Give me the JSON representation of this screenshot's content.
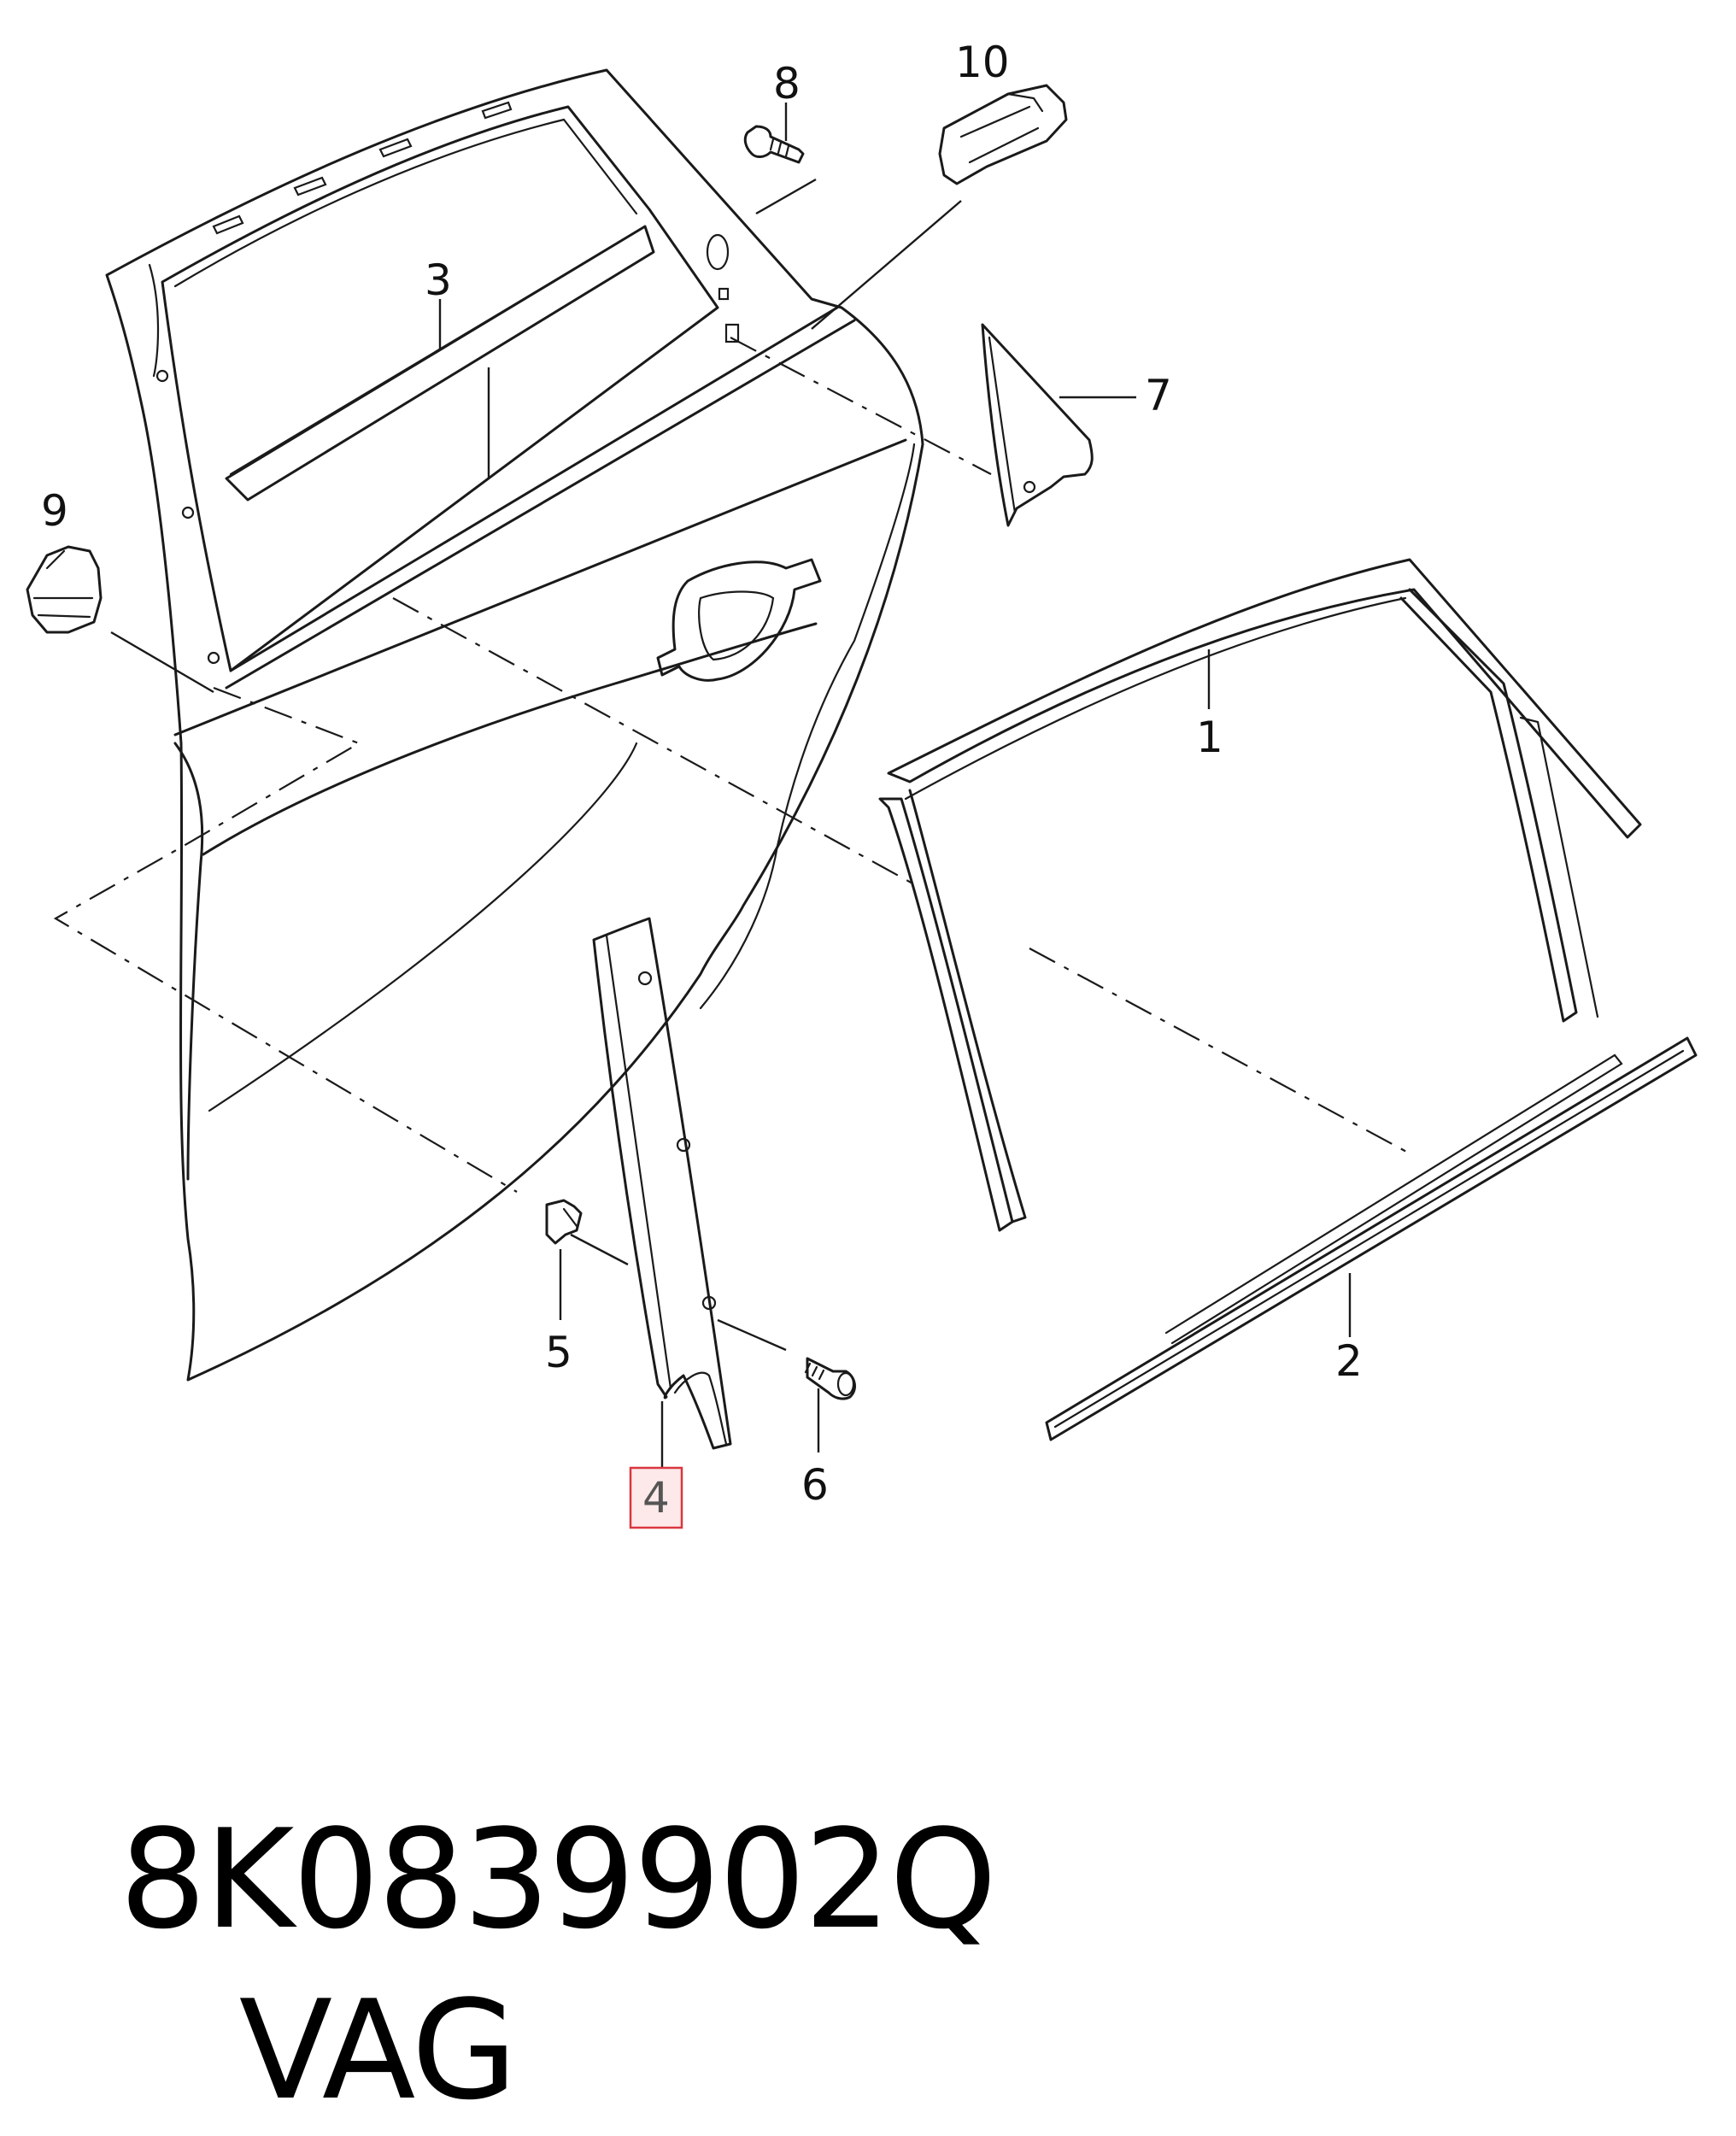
{
  "callouts": {
    "c1": "1",
    "c2": "2",
    "c3": "3",
    "c4": "4",
    "c5": "5",
    "c6": "6",
    "c7": "7",
    "c8": "8",
    "c9": "9",
    "c10": "10"
  },
  "highlighted_callout": "4",
  "footer": {
    "part_number": "8K0839902Q",
    "brand": "VAG"
  },
  "colors": {
    "highlight_fill": "#fde9ea",
    "highlight_border": "#d9373f",
    "line": "#1a1a1a"
  }
}
